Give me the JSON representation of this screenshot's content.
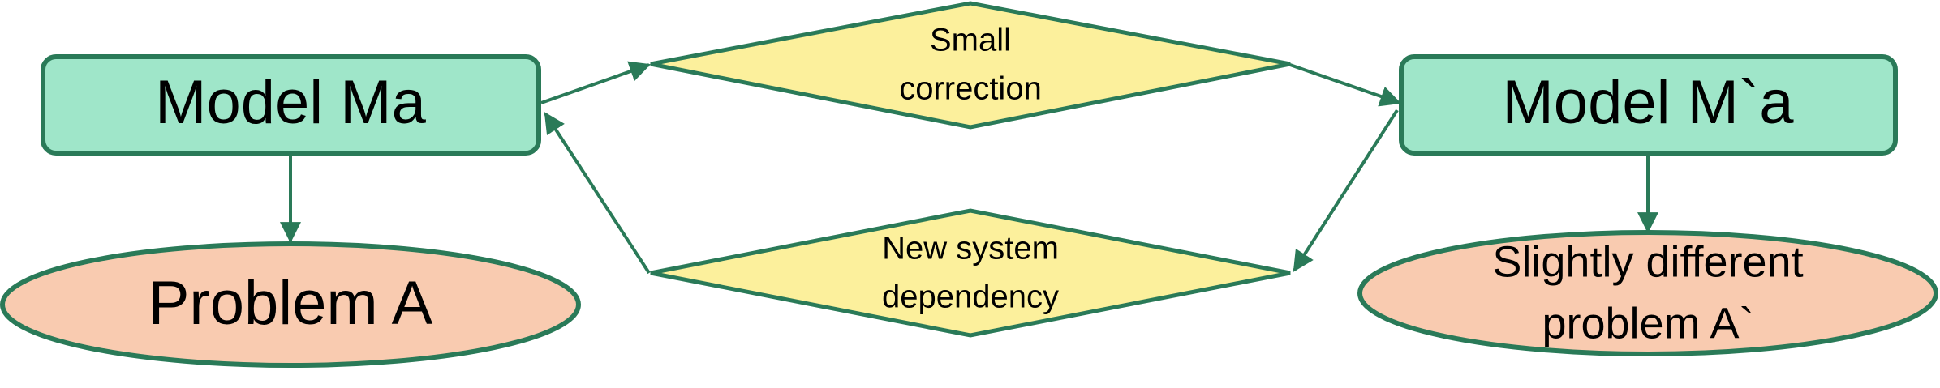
{
  "colors": {
    "stroke": "#2a7a58",
    "model_fill": "#9fe6c9",
    "problem_fill": "#f9cbb0",
    "decision_fill": "#fcf09c"
  },
  "nodes": {
    "model_a": {
      "label": "Model Ma"
    },
    "problem_a": {
      "label": "Problem A"
    },
    "small_correction": {
      "line1": "Small",
      "line2": "correction"
    },
    "new_dependency": {
      "line1": "New system",
      "line2": "dependency"
    },
    "model_a_prime": {
      "label": "Model M`a"
    },
    "problem_a_prime": {
      "line1": "Slightly different",
      "line2": "problem A`"
    }
  }
}
